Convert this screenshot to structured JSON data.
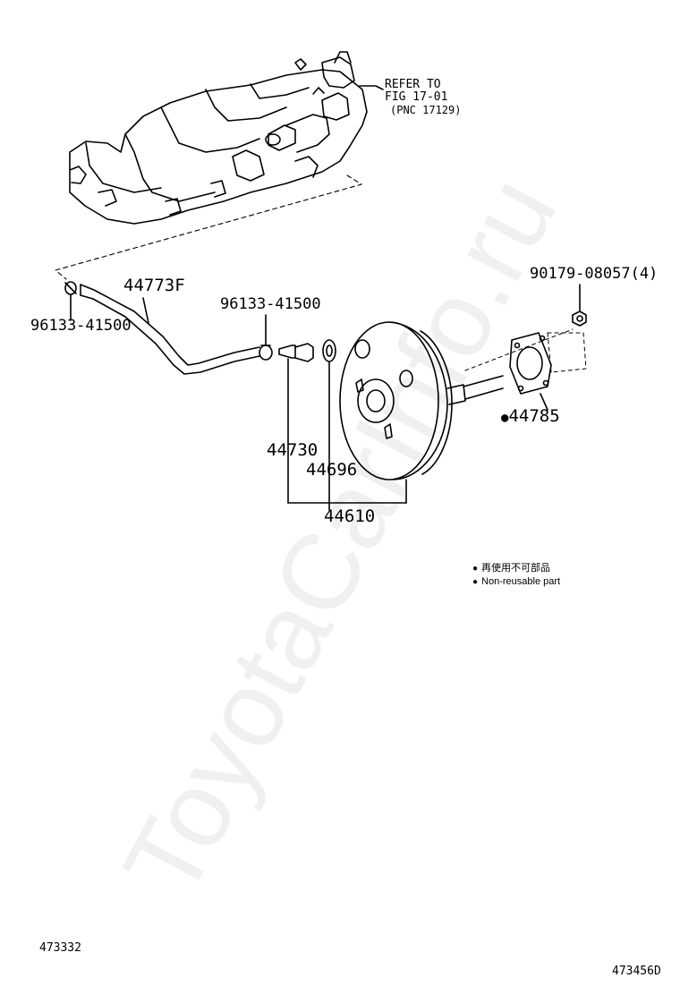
{
  "reference": {
    "line1": "REFER TO",
    "line2": "FIG 17-01",
    "line3": "(PNC 17129)"
  },
  "labels": {
    "hose": "44773F",
    "clip_left": "96133-41500",
    "clip_right": "96133-41500",
    "nut": "90179-08057(4)",
    "gasket": "44785",
    "check_valve": "44730",
    "grommet": "44696",
    "booster_assy": "44610"
  },
  "legend": {
    "symbol": "●",
    "line_jp": "再使用不可部品",
    "line_en": "Non-reusable part"
  },
  "watermark": "ToyotaCarInfo.ru",
  "footer": {
    "left_id": "473332",
    "right_id": "473456D"
  }
}
